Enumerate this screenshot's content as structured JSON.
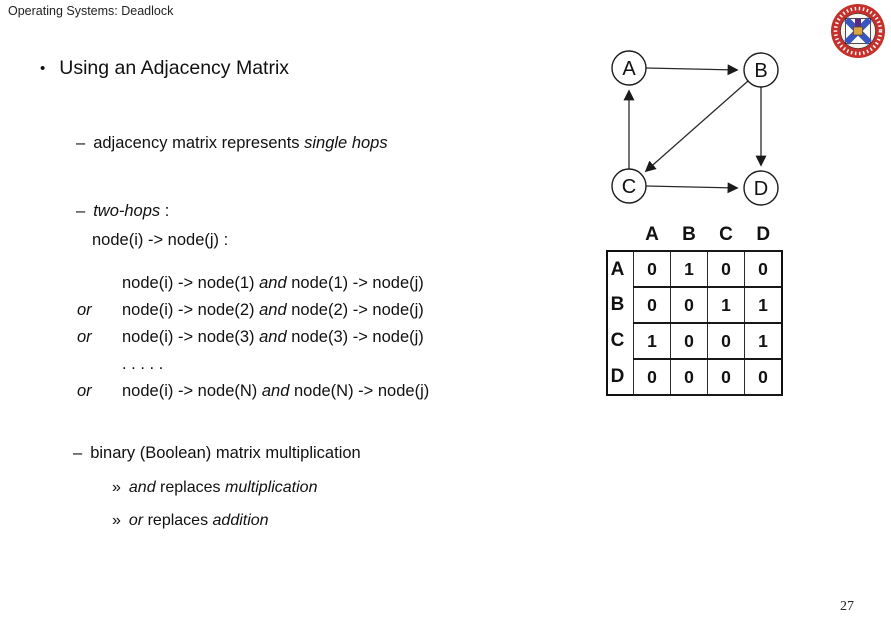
{
  "header": {
    "title": "Operating Systems: Deadlock"
  },
  "page_number": "27",
  "logo": {
    "name": "University of Edinburgh crest",
    "ring_color": "#c5302c",
    "saltire_color": "#3a55c0",
    "accent_color": "#5b2a86",
    "book_color": "#d9a441"
  },
  "slide": {
    "bullet": "•",
    "title": "Using an Adjacency Matrix",
    "single_hops": {
      "dash": "–",
      "text": "adjacency matrix represents ",
      "italic": "single hops"
    },
    "two_hops": {
      "dash": "–",
      "italic": "two-hops",
      "suffix": " :"
    },
    "node_rule": "node(i) -> node(j) :",
    "hop_lines": [
      {
        "prefix": "",
        "a": "node(i) -> node(1) ",
        "and": "and",
        "b": " node(1) -> node(j)"
      },
      {
        "prefix": "or",
        "a": "node(i) -> node(2) ",
        "and": "and",
        "b": " node(2) -> node(j)"
      },
      {
        "prefix": "or",
        "a": "node(i) -> node(3) ",
        "and": "and",
        "b": " node(3) -> node(j)"
      },
      {
        "prefix": "",
        "a": ". . . . .",
        "and": "",
        "b": ""
      },
      {
        "prefix": "or",
        "a": "node(i) -> node(N) ",
        "and": "and",
        "b": " node(N) -> node(j)"
      }
    ],
    "binary": {
      "dash": "–",
      "text": "binary (Boolean) matrix multiplication"
    },
    "sub_bullets": [
      {
        "marker": "»",
        "italic1": "and",
        "text": " replaces ",
        "italic2": "multiplication"
      },
      {
        "marker": "»",
        "italic1": "or",
        "text": " replaces ",
        "italic2": "addition"
      }
    ]
  },
  "graph": {
    "nodes": [
      "A",
      "B",
      "C",
      "D"
    ],
    "edges": [
      "A->B",
      "B->C",
      "C->A",
      "B->D",
      "C->D"
    ]
  },
  "matrix": {
    "col_headers": [
      "A",
      "B",
      "C",
      "D"
    ],
    "rows": [
      {
        "label": "A",
        "values": [
          "0",
          "1",
          "0",
          "0"
        ]
      },
      {
        "label": "B",
        "values": [
          "0",
          "0",
          "1",
          "1"
        ]
      },
      {
        "label": "C",
        "values": [
          "1",
          "0",
          "0",
          "1"
        ]
      },
      {
        "label": "D",
        "values": [
          "0",
          "0",
          "0",
          "0"
        ]
      }
    ]
  }
}
